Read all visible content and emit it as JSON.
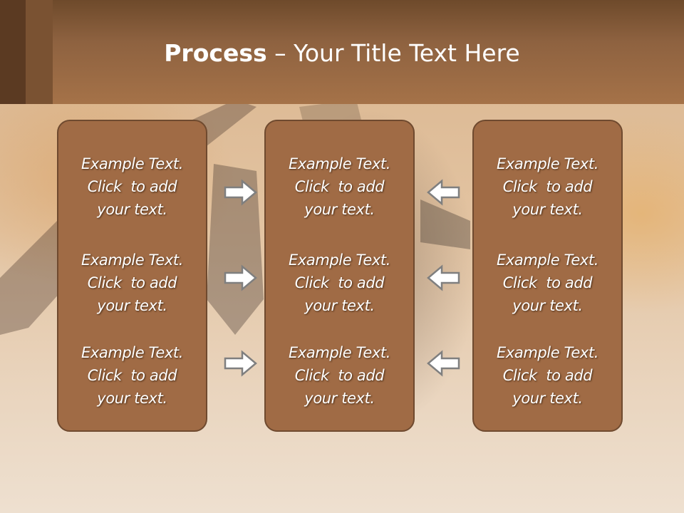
{
  "slide": {
    "title_bold": "Process",
    "title_rest": " – Your Title Text Here"
  },
  "columns": [
    {
      "items": [
        "Example Text.\nClick  to add\nyour text.",
        "Example Text.\nClick  to add\nyour text.",
        "Example Text.\nClick  to add\nyour text."
      ]
    },
    {
      "items": [
        "Example Text.\nClick  to add\nyour text.",
        "Example Text.\nClick  to add\nyour text.",
        "Example Text.\nClick  to add\nyour text."
      ]
    },
    {
      "items": [
        "Example Text.\nClick  to add\nyour text.",
        "Example Text.\nClick  to add\nyour text.",
        "Example Text.\nClick  to add\nyour text."
      ]
    }
  ],
  "colors": {
    "header": "#8e6240",
    "box_fill": "#a06b45",
    "box_border": "#6f4a2f",
    "text": "#ffffff",
    "arrow_fill": "#ffffff",
    "arrow_stroke": "#7f7f7f"
  },
  "arrows": {
    "left_group": "right-arrow-icon",
    "right_group": "left-arrow-icon"
  }
}
